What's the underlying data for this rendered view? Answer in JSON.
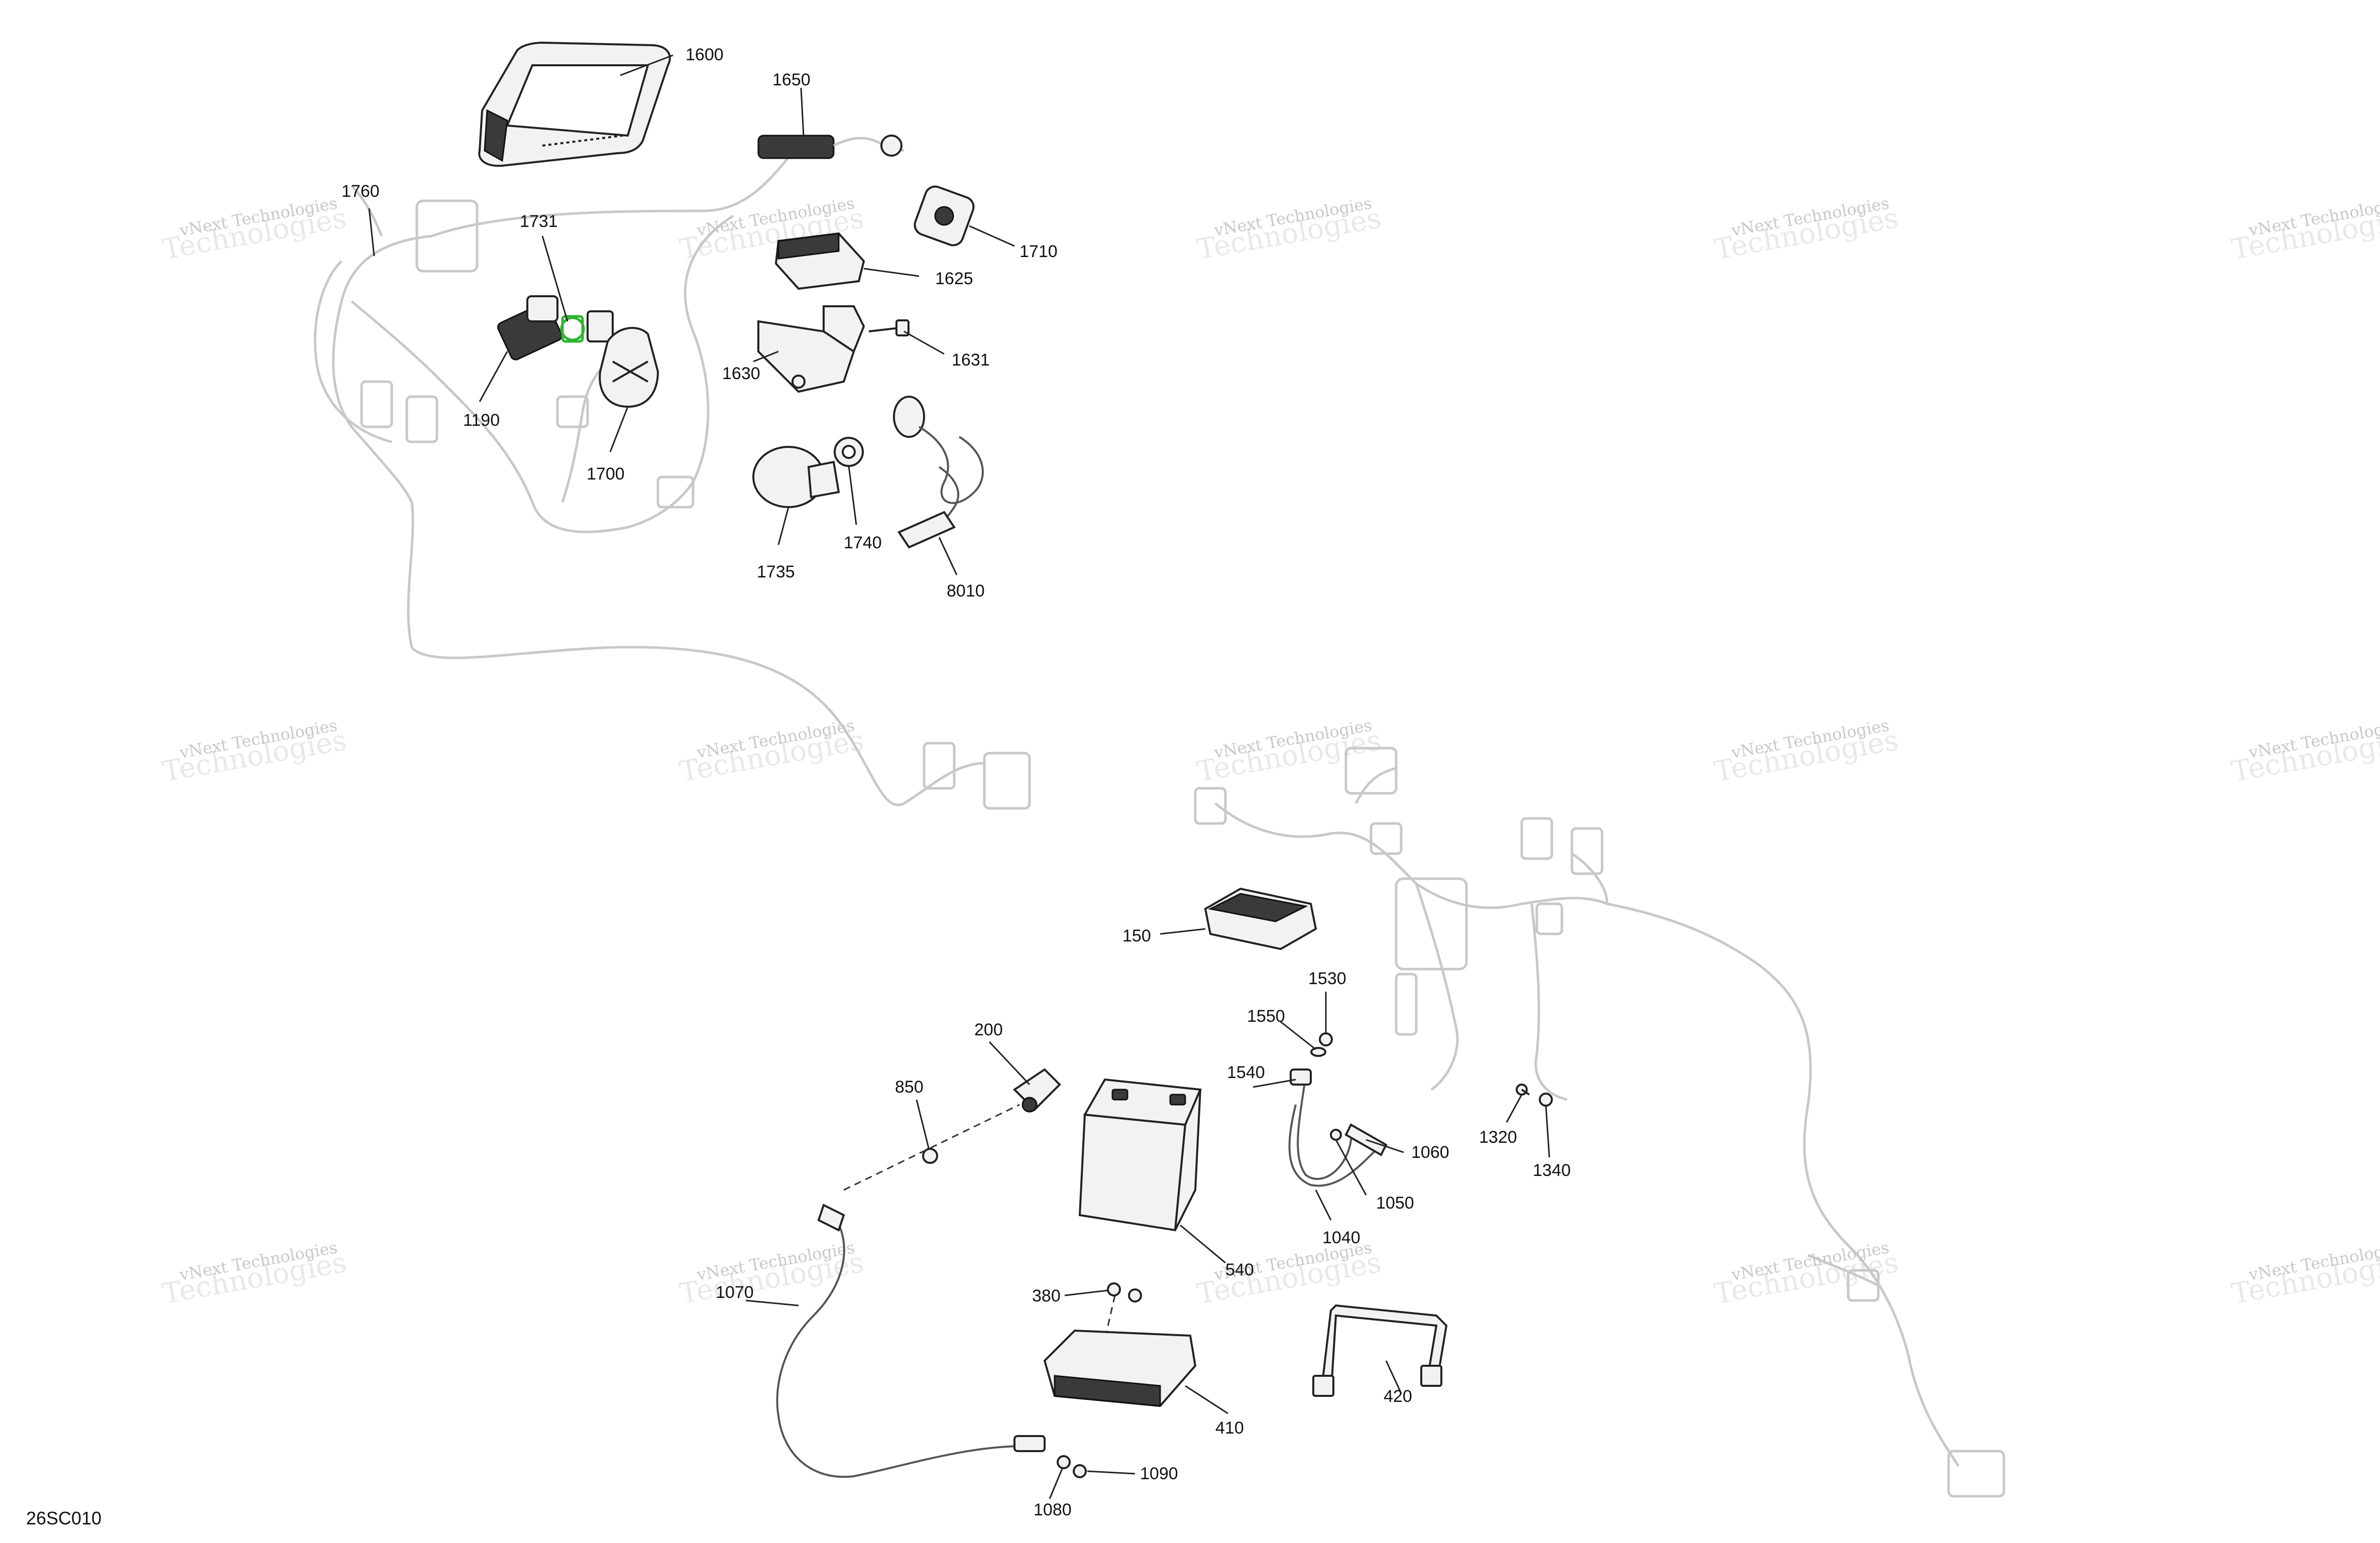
{
  "diagram": {
    "code": "26SC010",
    "watermark_text": "vNext Technologies",
    "watermark_big": "Technologies",
    "watermark_overlay": "vNext",
    "highlight_color": "#2fb52f",
    "part_labels": [
      {
        "id": "1600",
        "label": "1600"
      },
      {
        "id": "1650",
        "label": "1650"
      },
      {
        "id": "1760",
        "label": "1760"
      },
      {
        "id": "1731",
        "label": "1731"
      },
      {
        "id": "1710",
        "label": "1710"
      },
      {
        "id": "1625",
        "label": "1625"
      },
      {
        "id": "1631",
        "label": "1631"
      },
      {
        "id": "1630",
        "label": "1630"
      },
      {
        "id": "1190",
        "label": "1190"
      },
      {
        "id": "1700",
        "label": "1700"
      },
      {
        "id": "1740",
        "label": "1740"
      },
      {
        "id": "1735",
        "label": "1735"
      },
      {
        "id": "8010",
        "label": "8010"
      },
      {
        "id": "150",
        "label": "150"
      },
      {
        "id": "1530",
        "label": "1530"
      },
      {
        "id": "1550",
        "label": "1550"
      },
      {
        "id": "200",
        "label": "200"
      },
      {
        "id": "850",
        "label": "850"
      },
      {
        "id": "1540",
        "label": "1540"
      },
      {
        "id": "1060",
        "label": "1060"
      },
      {
        "id": "1320",
        "label": "1320"
      },
      {
        "id": "1340",
        "label": "1340"
      },
      {
        "id": "1050",
        "label": "1050"
      },
      {
        "id": "1040",
        "label": "1040"
      },
      {
        "id": "1070",
        "label": "1070"
      },
      {
        "id": "540",
        "label": "540"
      },
      {
        "id": "380",
        "label": "380"
      },
      {
        "id": "410",
        "label": "410"
      },
      {
        "id": "420",
        "label": "420"
      },
      {
        "id": "1090",
        "label": "1090"
      },
      {
        "id": "1080",
        "label": "1080"
      }
    ]
  }
}
